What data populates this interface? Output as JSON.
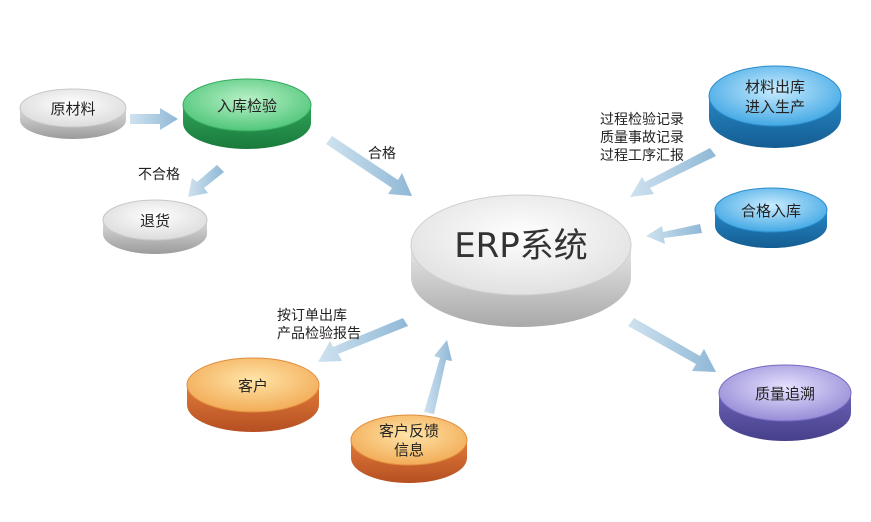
{
  "center": {
    "title": "ERP系统"
  },
  "nodes": {
    "raw_material": {
      "label": "原材料",
      "color": "#d9d9d9"
    },
    "inbound_inspection": {
      "label": "入库检验",
      "color": "#3fbf6e"
    },
    "return_goods": {
      "label": "退货",
      "color": "#d9d9d9"
    },
    "material_outbound": {
      "lines": [
        "材料出库",
        "进入生产"
      ],
      "color": "#2d9de0"
    },
    "qualified_inbound": {
      "label": "合格入库",
      "color": "#2d9de0"
    },
    "customer": {
      "label": "客户",
      "color": "#f0a34a"
    },
    "customer_feedback": {
      "lines": [
        "客户反馈",
        "信息"
      ],
      "color": "#f0a34a"
    },
    "quality_trace": {
      "label": "质量追溯",
      "color": "#8a7fd0"
    }
  },
  "edge_labels": {
    "pass": "合格",
    "fail": "不合格",
    "process_records": [
      "过程检验记录",
      "质量事故记录",
      "过程工序汇报"
    ],
    "order_reports": [
      "按订单出库",
      "产品检验报告"
    ]
  },
  "colors": {
    "arrow": "#9fc3dd",
    "center_top": "#f4f4f4",
    "center_side": "#c9c9c9"
  }
}
